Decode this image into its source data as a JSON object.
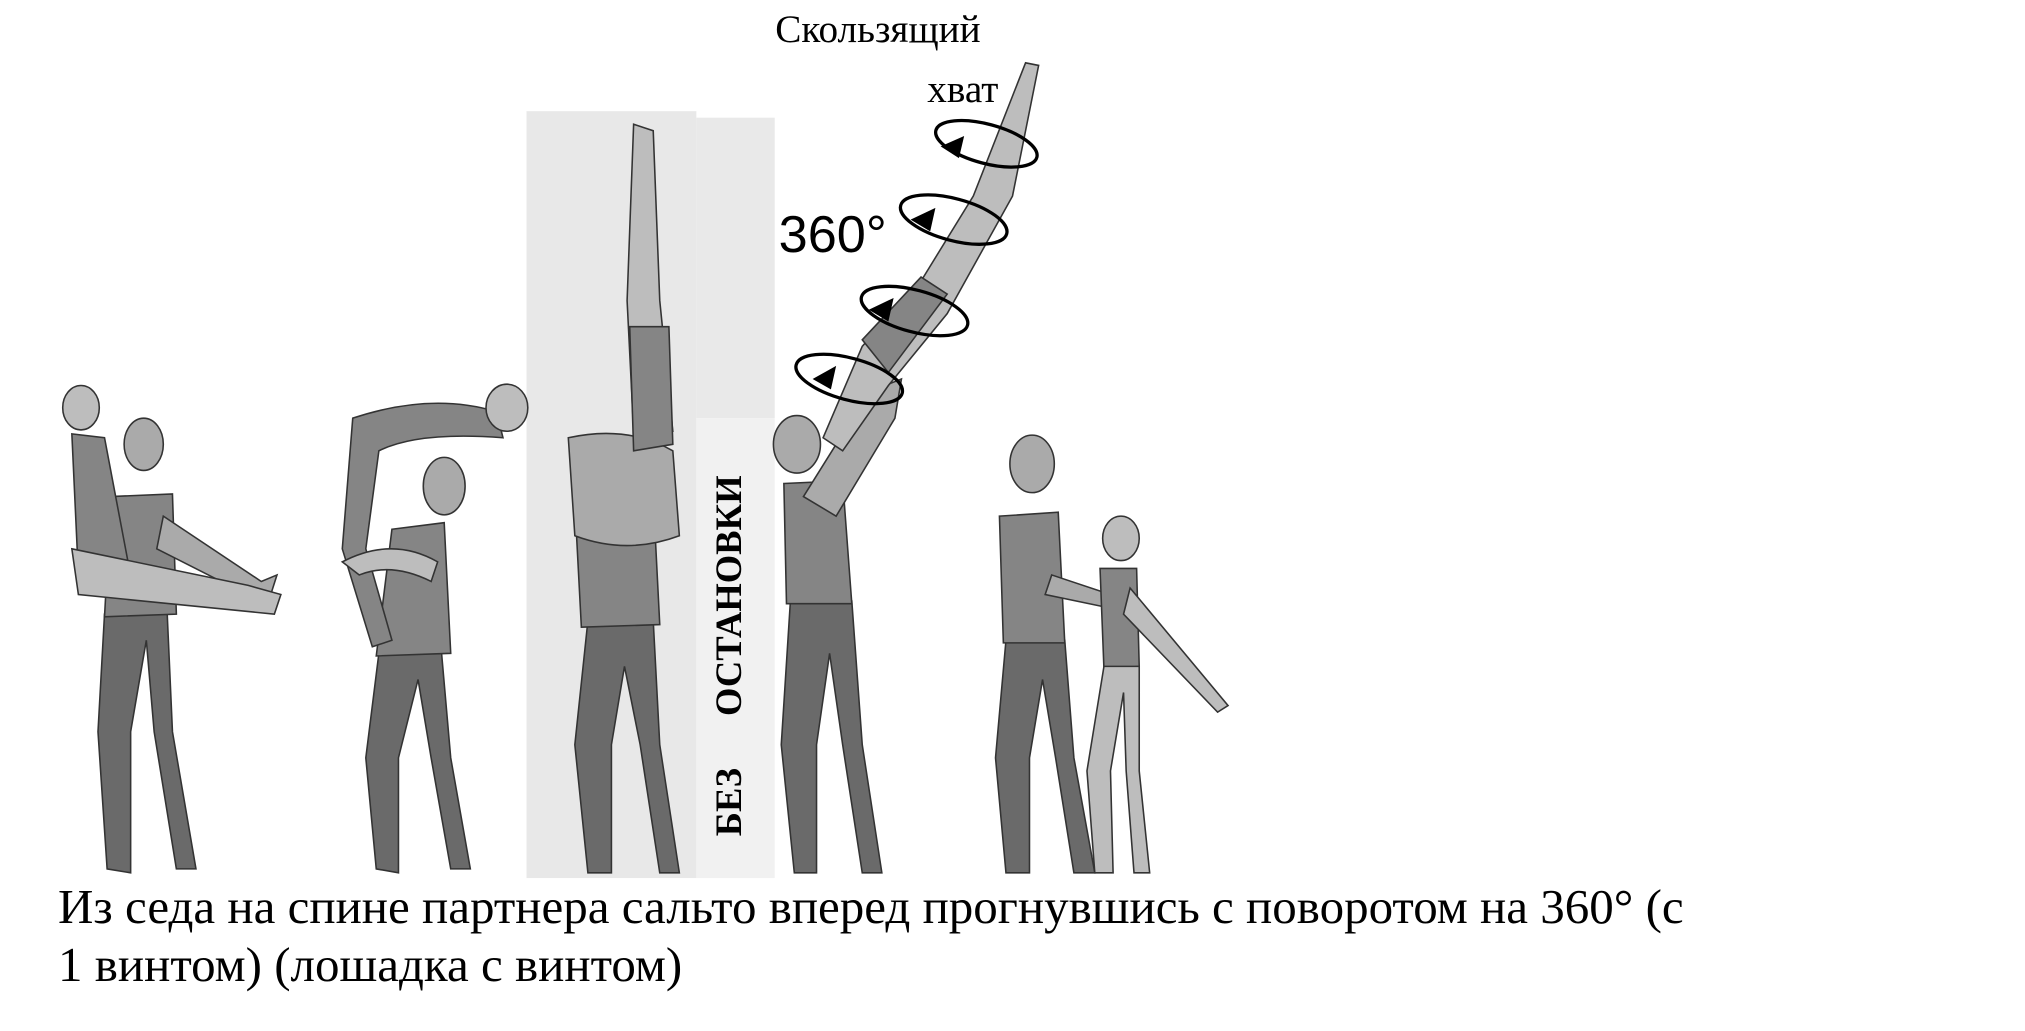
{
  "labels": {
    "grip_line1": "Скользящий",
    "grip_line2": "хват",
    "rotation": "360°",
    "no_stop_1": "БЕЗ",
    "no_stop_2": "ОСТАНОВКИ"
  },
  "caption": {
    "line1": "Из седа на спине партнера сальто вперед прогнувшись с поворотом на 360° (с",
    "line2": "1 винтом) (лошадка с винтом)"
  },
  "colors": {
    "legs": "#6a6a6a",
    "torso": "#858585",
    "skin": "#aaaaaa",
    "partner": "#bdbdbd",
    "highlight_box": "#e8e8e8"
  }
}
